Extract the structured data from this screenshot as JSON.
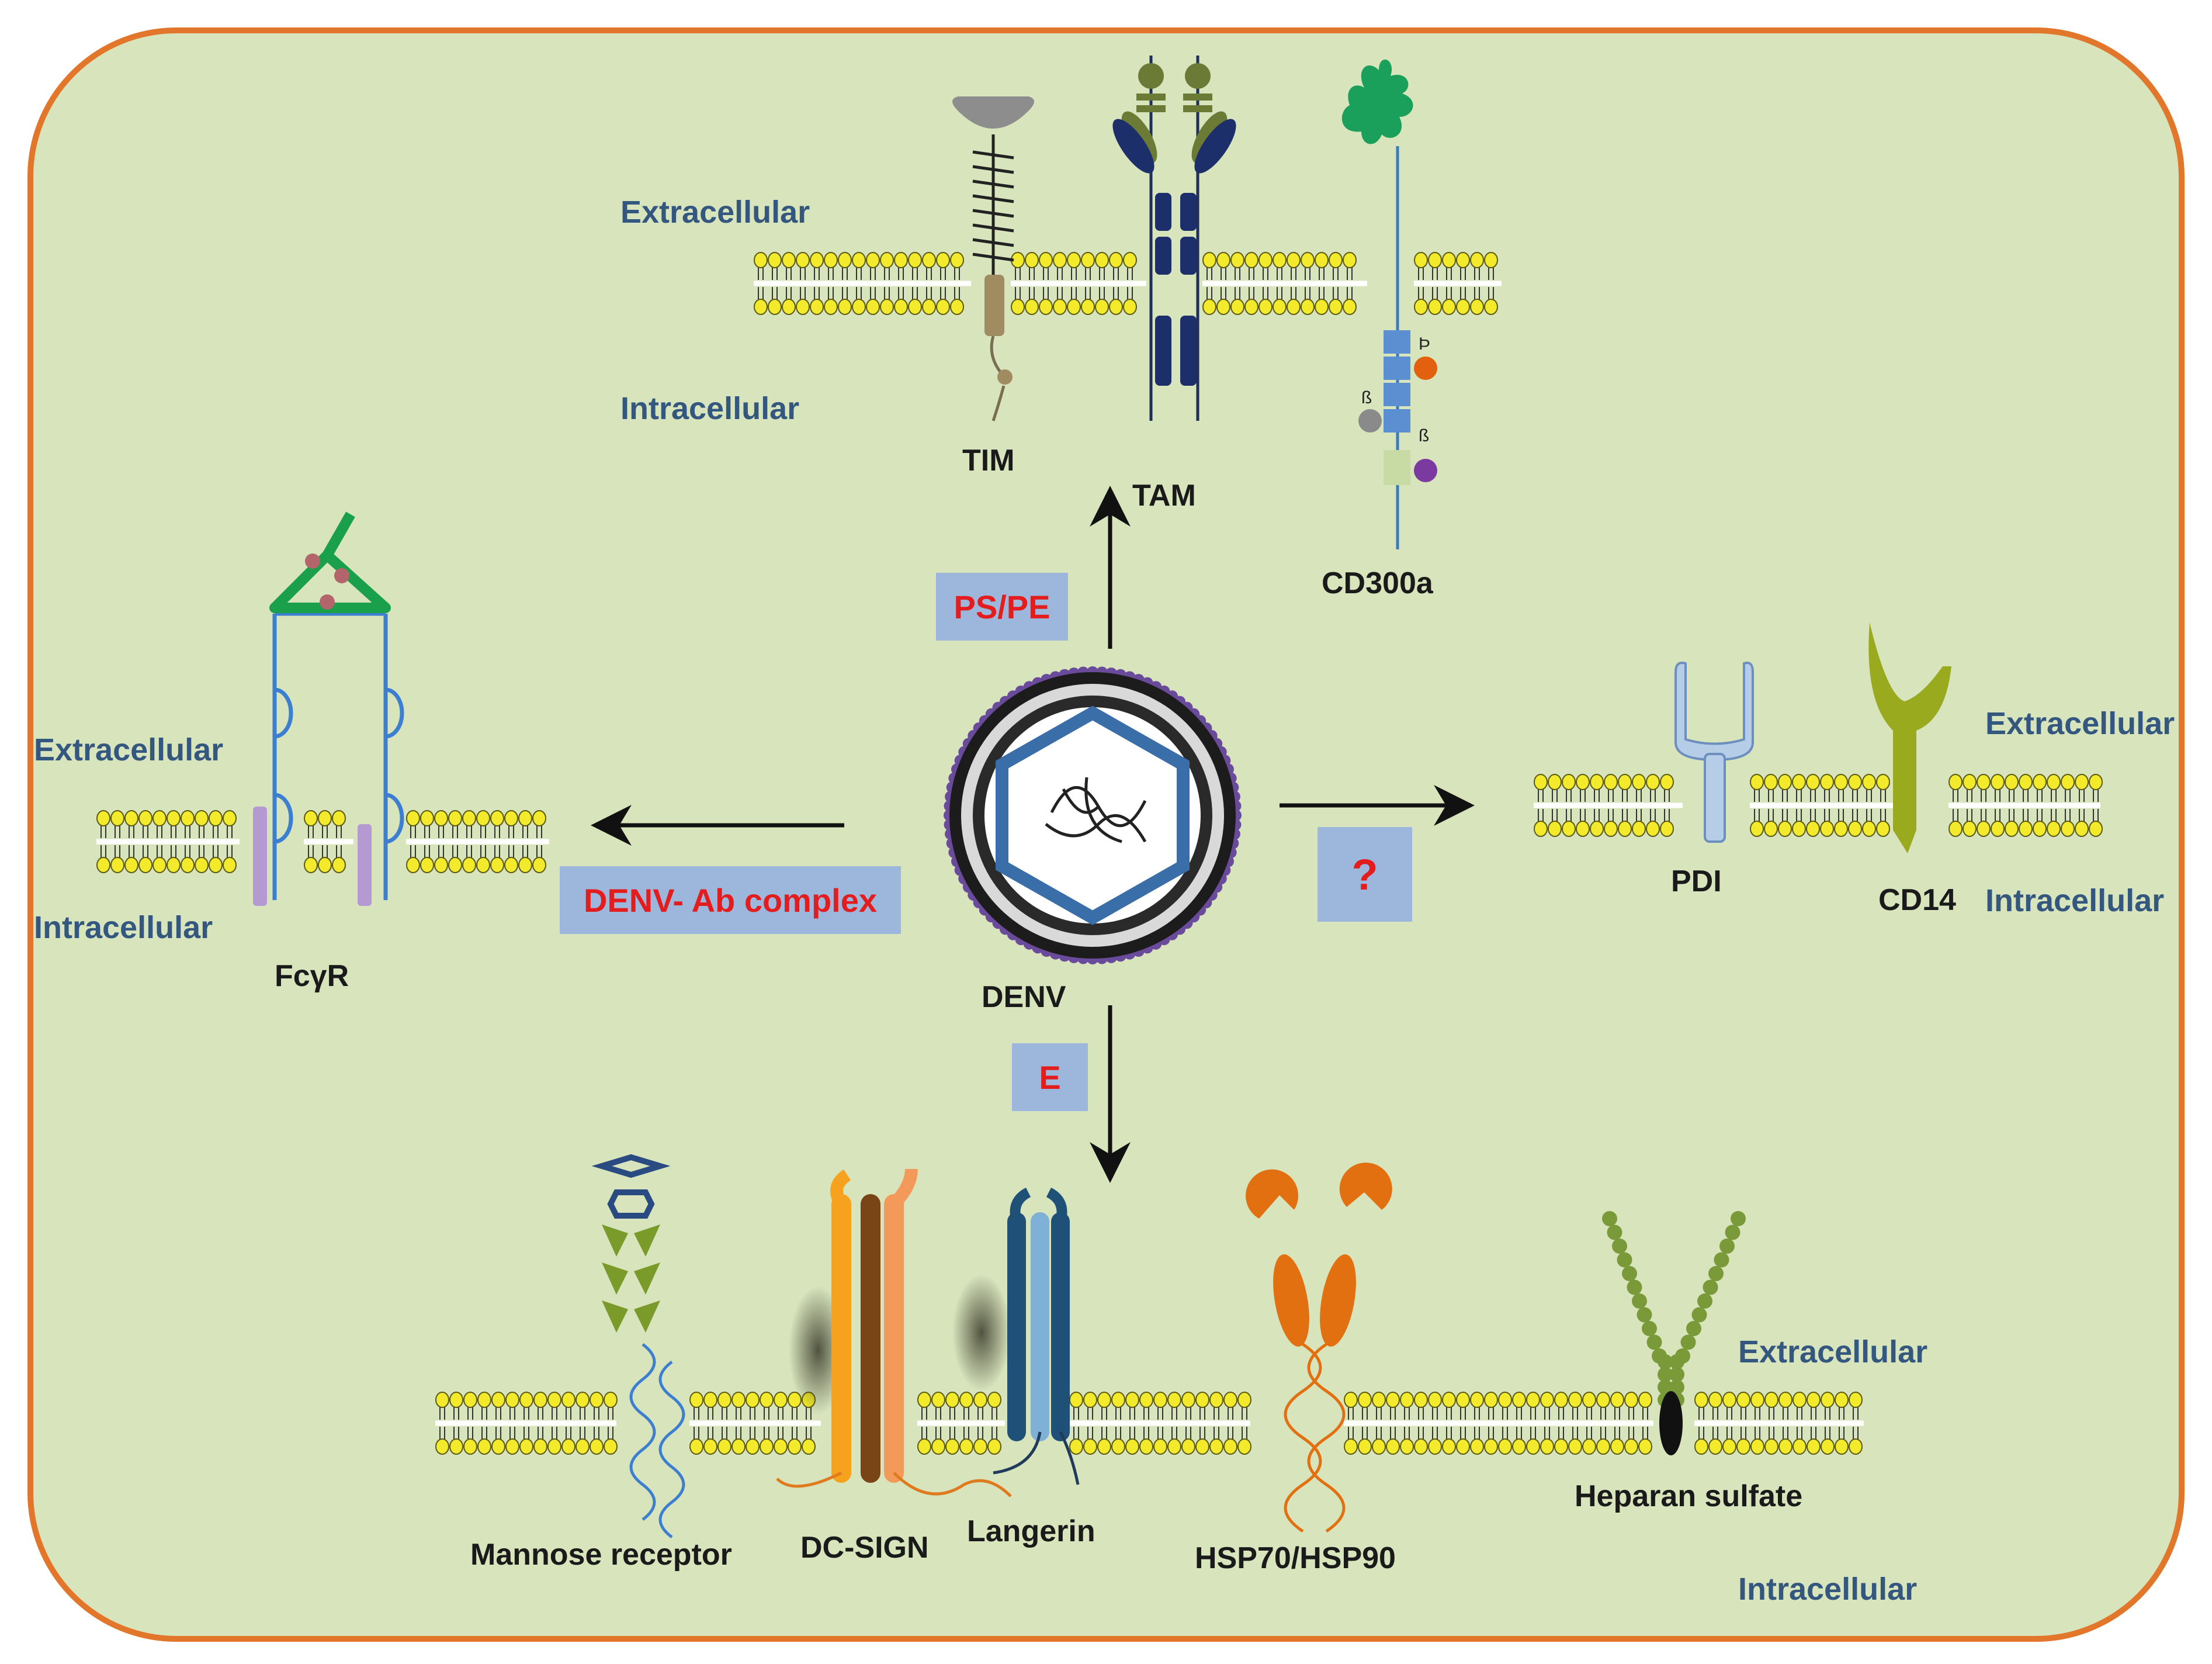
{
  "virus": {
    "label": "DENV"
  },
  "pathways": {
    "ps_pe": "PS/PE",
    "ab_complex": "DENV- Ab complex",
    "unknown": "?",
    "envelope": "E"
  },
  "compartments": {
    "top_extracellular": "Extracellular",
    "top_intracellular": "Intracellular",
    "left_extracellular": "Extracellular",
    "left_intracellular": "Intracellular",
    "right_extracellular": "Extracellular",
    "right_intracellular": "Intracellular",
    "bottom_extracellular": "Extracellular",
    "bottom_intracellular": "Intracellular"
  },
  "receptors": {
    "tim": "TIM",
    "tam": "TAM",
    "cd300a": "CD300a",
    "fcgr": "FcγR",
    "pdi": "PDI",
    "cd14": "CD14",
    "mannose": "Mannose receptor",
    "dcsign": "DC-SIGN",
    "langerin": "Langerin",
    "hsp": "HSP70/HSP90",
    "heparan": "Heparan sulfate"
  },
  "colors": {
    "cell_fill": "#d7e4bc",
    "cell_border": "#e2762a",
    "membrane_head": "#f2ea2a",
    "label_blue": "#34577f",
    "pathway_box": "#9db7dc",
    "pathway_text": "#e31d1d"
  }
}
